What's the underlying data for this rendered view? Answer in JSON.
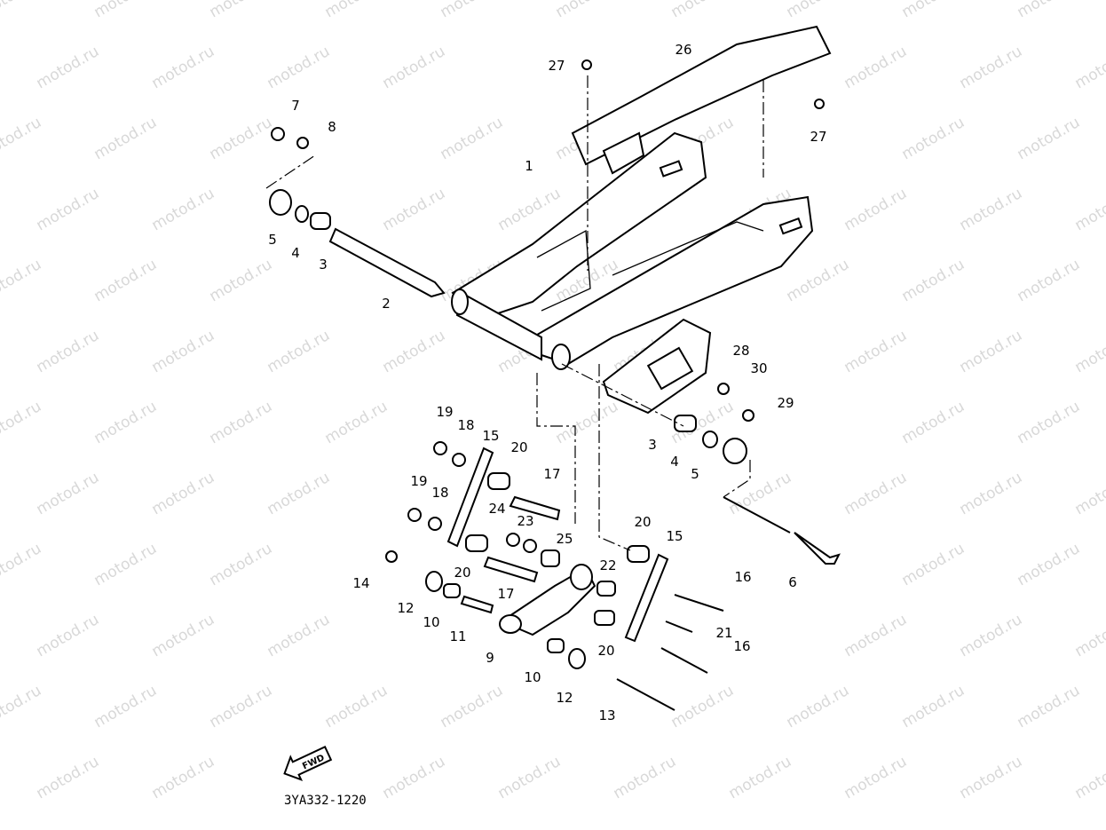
{
  "watermark": "motod.ru",
  "diagram_code": "3YA332-1220",
  "fwd_label": "FWD",
  "callouts": [
    "27",
    "26",
    "27",
    "7",
    "8",
    "1",
    "5",
    "4",
    "3",
    "2",
    "28",
    "30",
    "29",
    "19",
    "18",
    "15",
    "20",
    "17",
    "3",
    "4",
    "5",
    "19",
    "18",
    "24",
    "23",
    "25",
    "20",
    "15",
    "22",
    "16",
    "6",
    "14",
    "12",
    "20",
    "17",
    "10",
    "11",
    "21",
    "9",
    "20",
    "16",
    "10",
    "12",
    "13"
  ]
}
